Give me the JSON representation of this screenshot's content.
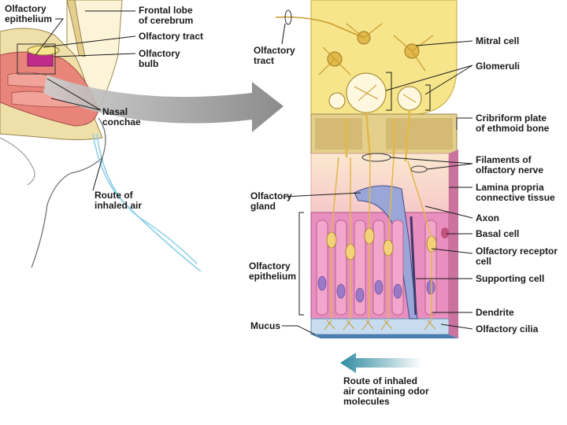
{
  "labels": {
    "olfactory_epithelium_top": [
      "Olfactory",
      "epithelium"
    ],
    "frontal_lobe": [
      "Frontal lobe",
      "of cerebrum"
    ],
    "olfactory_tract_left": [
      "Olfactory tract"
    ],
    "olfactory_bulb": [
      "Olfactory",
      "bulb"
    ],
    "nasal_conchae": [
      "Nasal",
      "conchae"
    ],
    "route_inhaled_air_left": [
      "Route of",
      "inhaled air"
    ],
    "olfactory_tract_right": [
      "Olfactory",
      "tract"
    ],
    "mitral_cell": [
      "Mitral cell"
    ],
    "glomeruli": [
      "Glomeruli"
    ],
    "cribriform_plate": [
      "Cribriform plate",
      "of ethmoid bone"
    ],
    "filaments": [
      "Filaments of",
      "olfactory nerve"
    ],
    "lamina_propria": [
      "Lamina propria",
      "connective tissue"
    ],
    "olfactory_gland": [
      "Olfactory",
      "gland"
    ],
    "axon": [
      "Axon"
    ],
    "basal_cell": [
      "Basal cell"
    ],
    "olfactory_receptor_cell": [
      "Olfactory receptor",
      "cell"
    ],
    "olfactory_epithelium_right": [
      "Olfactory",
      "epithelium"
    ],
    "supporting_cell": [
      "Supporting cell"
    ],
    "dendrite": [
      "Dendrite"
    ],
    "mucus": [
      "Mucus"
    ],
    "olfactory_cilia": [
      "Olfactory cilia"
    ],
    "route_odor": [
      "Route of inhaled",
      "air containing odor",
      "molecules"
    ]
  },
  "colors": {
    "bulb_yellow": "#f6e58a",
    "bone_tan": "#e4cf8c",
    "epithelium_pink": "#e88fbf",
    "nasal_red": "#e8847a",
    "nerve_yellow": "#e2b84a",
    "arrow_gray": "#8c8c8c",
    "arrow_teal": "#2f8aa0",
    "mucus_blue": "#c8dcf0"
  }
}
